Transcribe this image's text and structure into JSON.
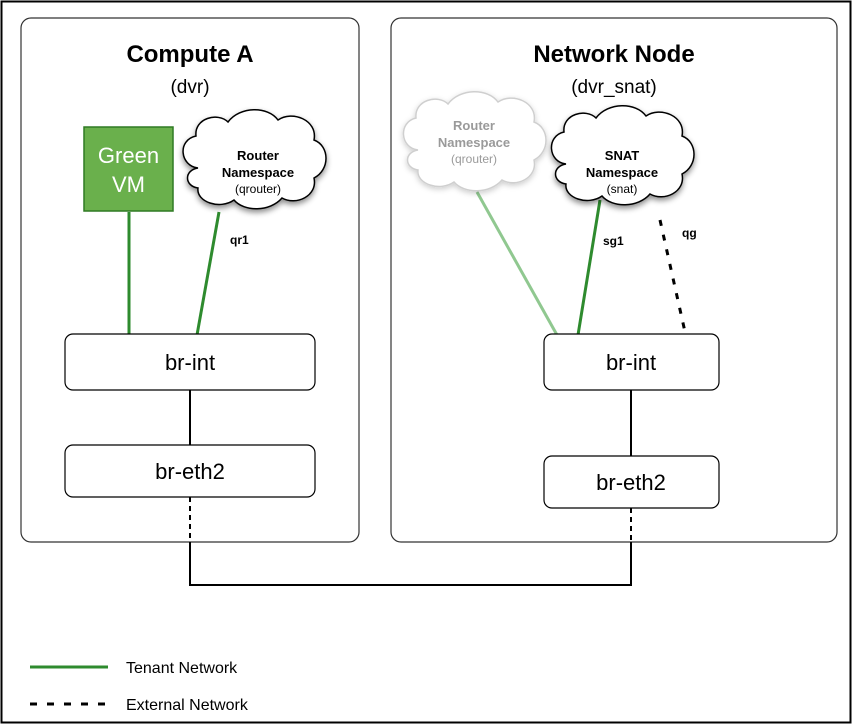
{
  "compute_a": {
    "title": "Compute A",
    "subtitle": "(dvr)",
    "vm": {
      "line1": "Green",
      "line2": "VM"
    },
    "router_cloud": {
      "line1": "Router",
      "line2": "Namespace",
      "line3": "(qrouter)"
    },
    "port_label": "qr1",
    "br_int": "br-int",
    "br_eth2": "br-eth2"
  },
  "network_node": {
    "title": "Network Node",
    "subtitle": "(dvr_snat)",
    "router_cloud": {
      "line1": "Router",
      "line2": "Namespace",
      "line3": "(qrouter)"
    },
    "snat_cloud": {
      "line1": "SNAT",
      "line2": "Namespace",
      "line3": "(snat)"
    },
    "snat_port_label": "sg1",
    "gateway_port_label": "qg",
    "br_int": "br-int",
    "br_eth2": "br-eth2"
  },
  "legend": {
    "tenant": "Tenant Network",
    "external": "External Network"
  },
  "colors": {
    "tenant_green": "#2e8b2e",
    "vm_green": "#6ab04c",
    "faded_green": "#90c890",
    "faded_text": "#9a9a9a"
  }
}
